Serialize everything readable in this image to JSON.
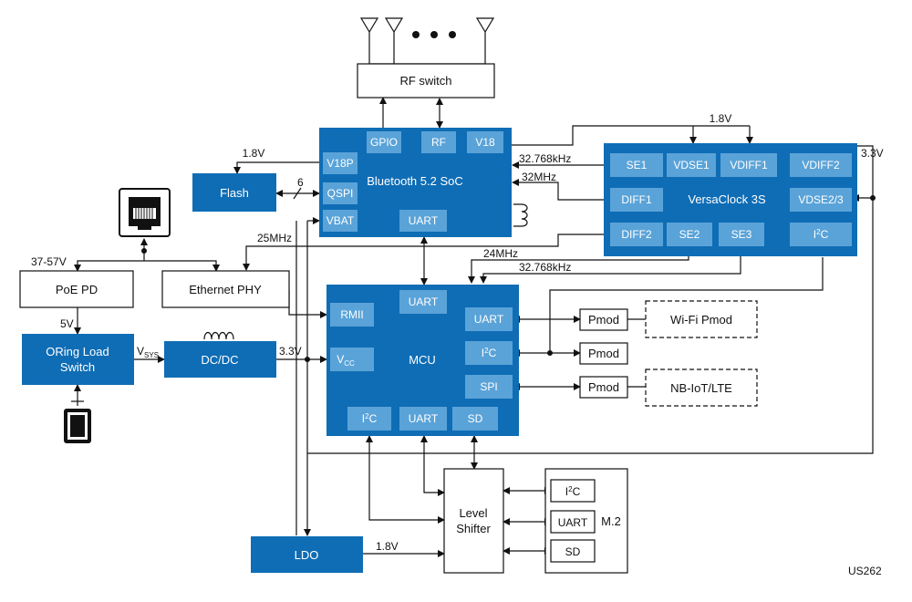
{
  "colors": {
    "block": "#0f6db5",
    "pin": "#5aa3d8",
    "wire": "#111111"
  },
  "rf": {
    "switch": "RF switch"
  },
  "ble": {
    "title": "Bluetooth 5.2 SoC",
    "gpio": "GPIO",
    "rf": "RF",
    "v18": "V18",
    "v18p": "V18P",
    "qspi": "QSPI",
    "vbat": "VBAT",
    "uart": "UART"
  },
  "clock": {
    "title": "VersaClock 3S",
    "se1": "SE1",
    "vdse1": "VDSE1",
    "vdiff1": "VDIFF1",
    "vdiff2": "VDIFF2",
    "diff1": "DIFF1",
    "vdse23": "VDSE2/3",
    "diff2": "DIFF2",
    "se2": "SE2",
    "se3": "SE3",
    "i2c": "I",
    "i2c_sup": "2",
    "i2c_tail": "C"
  },
  "mcu": {
    "title": "MCU",
    "rmii": "RMII",
    "uart_top": "UART",
    "uart_r": "UART",
    "i2c_r": "I",
    "i2c_r_sup": "2",
    "i2c_r_tail": "C",
    "spi": "SPI",
    "vcc": "V",
    "vcc_sub": "CC",
    "i2c_b": "I",
    "i2c_b_sup": "2",
    "i2c_b_tail": "C",
    "uart_b": "UART",
    "sd": "SD"
  },
  "flash": "Flash",
  "ethphy": "Ethernet PHY",
  "poe": "PoE PD",
  "oring": {
    "line1": "ORing Load",
    "line2": "Switch"
  },
  "dcdc": "DC/DC",
  "ldo": "LDO",
  "level": {
    "line1": "Level",
    "line2": "Shifter"
  },
  "m2": {
    "title": "M.2",
    "i2c": "I",
    "i2c_sup": "2",
    "i2c_tail": "C",
    "uart": "UART",
    "sd": "SD"
  },
  "pmod": {
    "p1": "Pmod",
    "p2": "Pmod",
    "p3": "Pmod",
    "wifi": "Wi-Fi Pmod",
    "nbiot": "NB-IoT/LTE"
  },
  "labels": {
    "v18_top": "1.8V",
    "v18_flash": "1.8V",
    "v33_right": "3.3V",
    "v33_dcdc": "3.3V",
    "k32_top": "32.768kHz",
    "m32": "32MHz",
    "m25": "25MHz",
    "m24": "24MHz",
    "k32_mid": "32.768kHz",
    "v3757": "37-57V",
    "v5": "5V",
    "vsys": "V",
    "vsys_sub": "SYS",
    "v18_ldo": "1.8V",
    "bus6": "6",
    "ref": "US262"
  }
}
